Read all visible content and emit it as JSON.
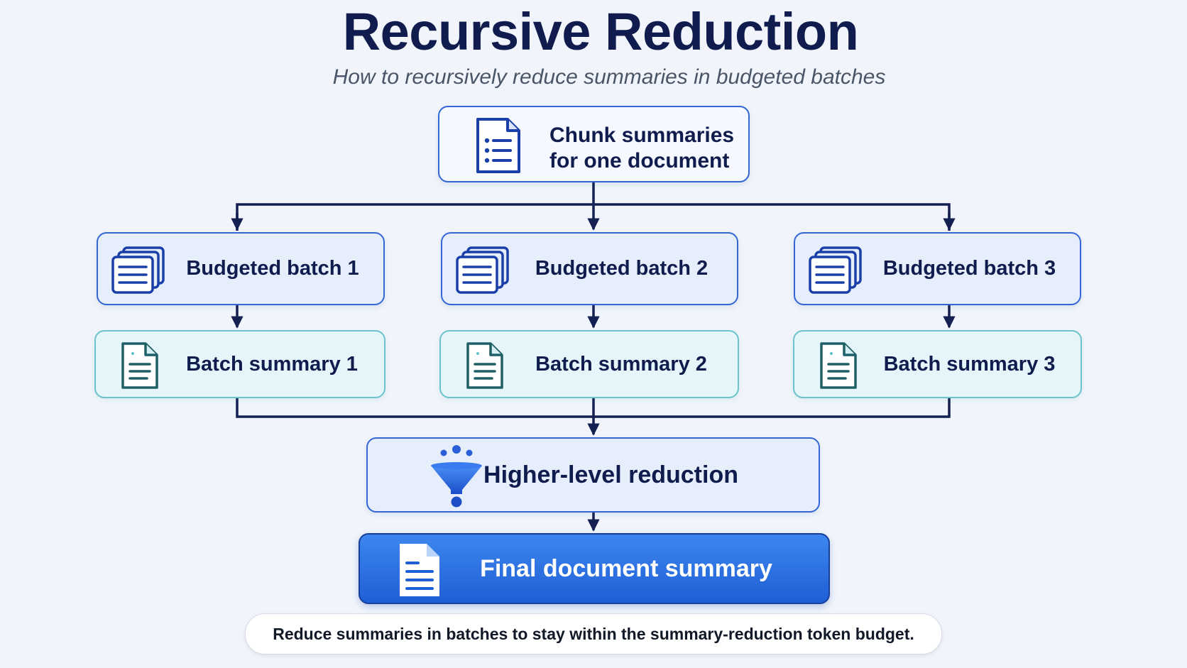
{
  "title": "Recursive Reduction",
  "subtitle": "How to recursively reduce summaries in budgeted batches",
  "source_box": {
    "line1": "Chunk summaries",
    "line2": "for one document",
    "icon": "document-list-icon"
  },
  "batches": [
    {
      "label": "Budgeted batch 1",
      "icon": "stacked-documents-icon"
    },
    {
      "label": "Budgeted batch 2",
      "icon": "stacked-documents-icon"
    },
    {
      "label": "Budgeted batch 3",
      "icon": "stacked-documents-icon"
    }
  ],
  "batch_summaries": [
    {
      "label": "Batch summary 1",
      "icon": "document-icon"
    },
    {
      "label": "Batch summary 2",
      "icon": "document-icon"
    },
    {
      "label": "Batch summary 3",
      "icon": "document-icon"
    }
  ],
  "reduction": {
    "label": "Higher-level reduction",
    "icon": "funnel-icon"
  },
  "final": {
    "label": "Final document summary",
    "icon": "document-icon"
  },
  "footer_note": "Reduce summaries in batches to stay within the summary-reduction token budget.",
  "colors": {
    "title": "#0f1c4d",
    "connector": "#141f52",
    "batch_border": "#3466d6",
    "summary_border": "#6cc3cc",
    "summary_icon": "#1f6b70",
    "final_fill": "#1f5fd6"
  }
}
